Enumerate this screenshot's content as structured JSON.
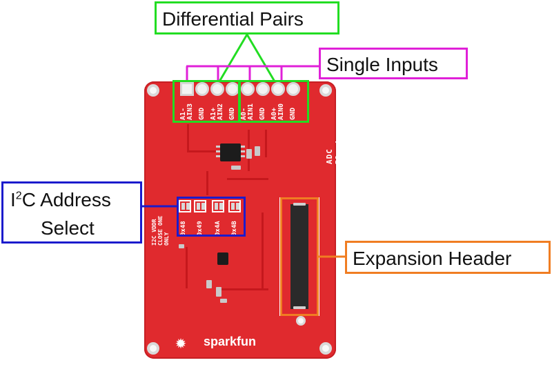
{
  "labels": {
    "differential_pairs": "Differential Pairs",
    "single_inputs": "Single Inputs",
    "i2c_line1_pre": "I",
    "i2c_line1_sup": "2",
    "i2c_line1_post": "C Address",
    "i2c_line2": "Select",
    "expansion_header": "Expansion Header"
  },
  "silkscreen": {
    "pins": [
      "A1-",
      "AIN3",
      "GND",
      "A1+",
      "AIN2",
      "GND",
      "A0-",
      "AIN1",
      "GND",
      "A0+",
      "AIN0",
      "GND"
    ],
    "pin_pairs": [
      [
        "A1-",
        "AIN3"
      ],
      [
        "GND",
        ""
      ],
      [
        "A1+",
        "AIN2"
      ],
      [
        "GND",
        ""
      ],
      [
        "A0-",
        "AIN1"
      ],
      [
        "GND",
        ""
      ],
      [
        "A0+",
        "AIN0"
      ],
      [
        "GND",
        ""
      ]
    ],
    "board_name": "ADC Block",
    "i2c_block_label": [
      "I2C",
      "CLOSE ONE",
      "ONLY",
      "VDDR"
    ],
    "addresses": [
      "0x48",
      "0x49",
      "0x4A",
      "0x4B"
    ],
    "brand": "sparkfun"
  },
  "colors": {
    "board": "#e02a2e",
    "differential_pairs": "#22dd22",
    "single_inputs": "#e020d8",
    "i2c_address": "#1b1bcc",
    "expansion_header": "#f07d22"
  }
}
